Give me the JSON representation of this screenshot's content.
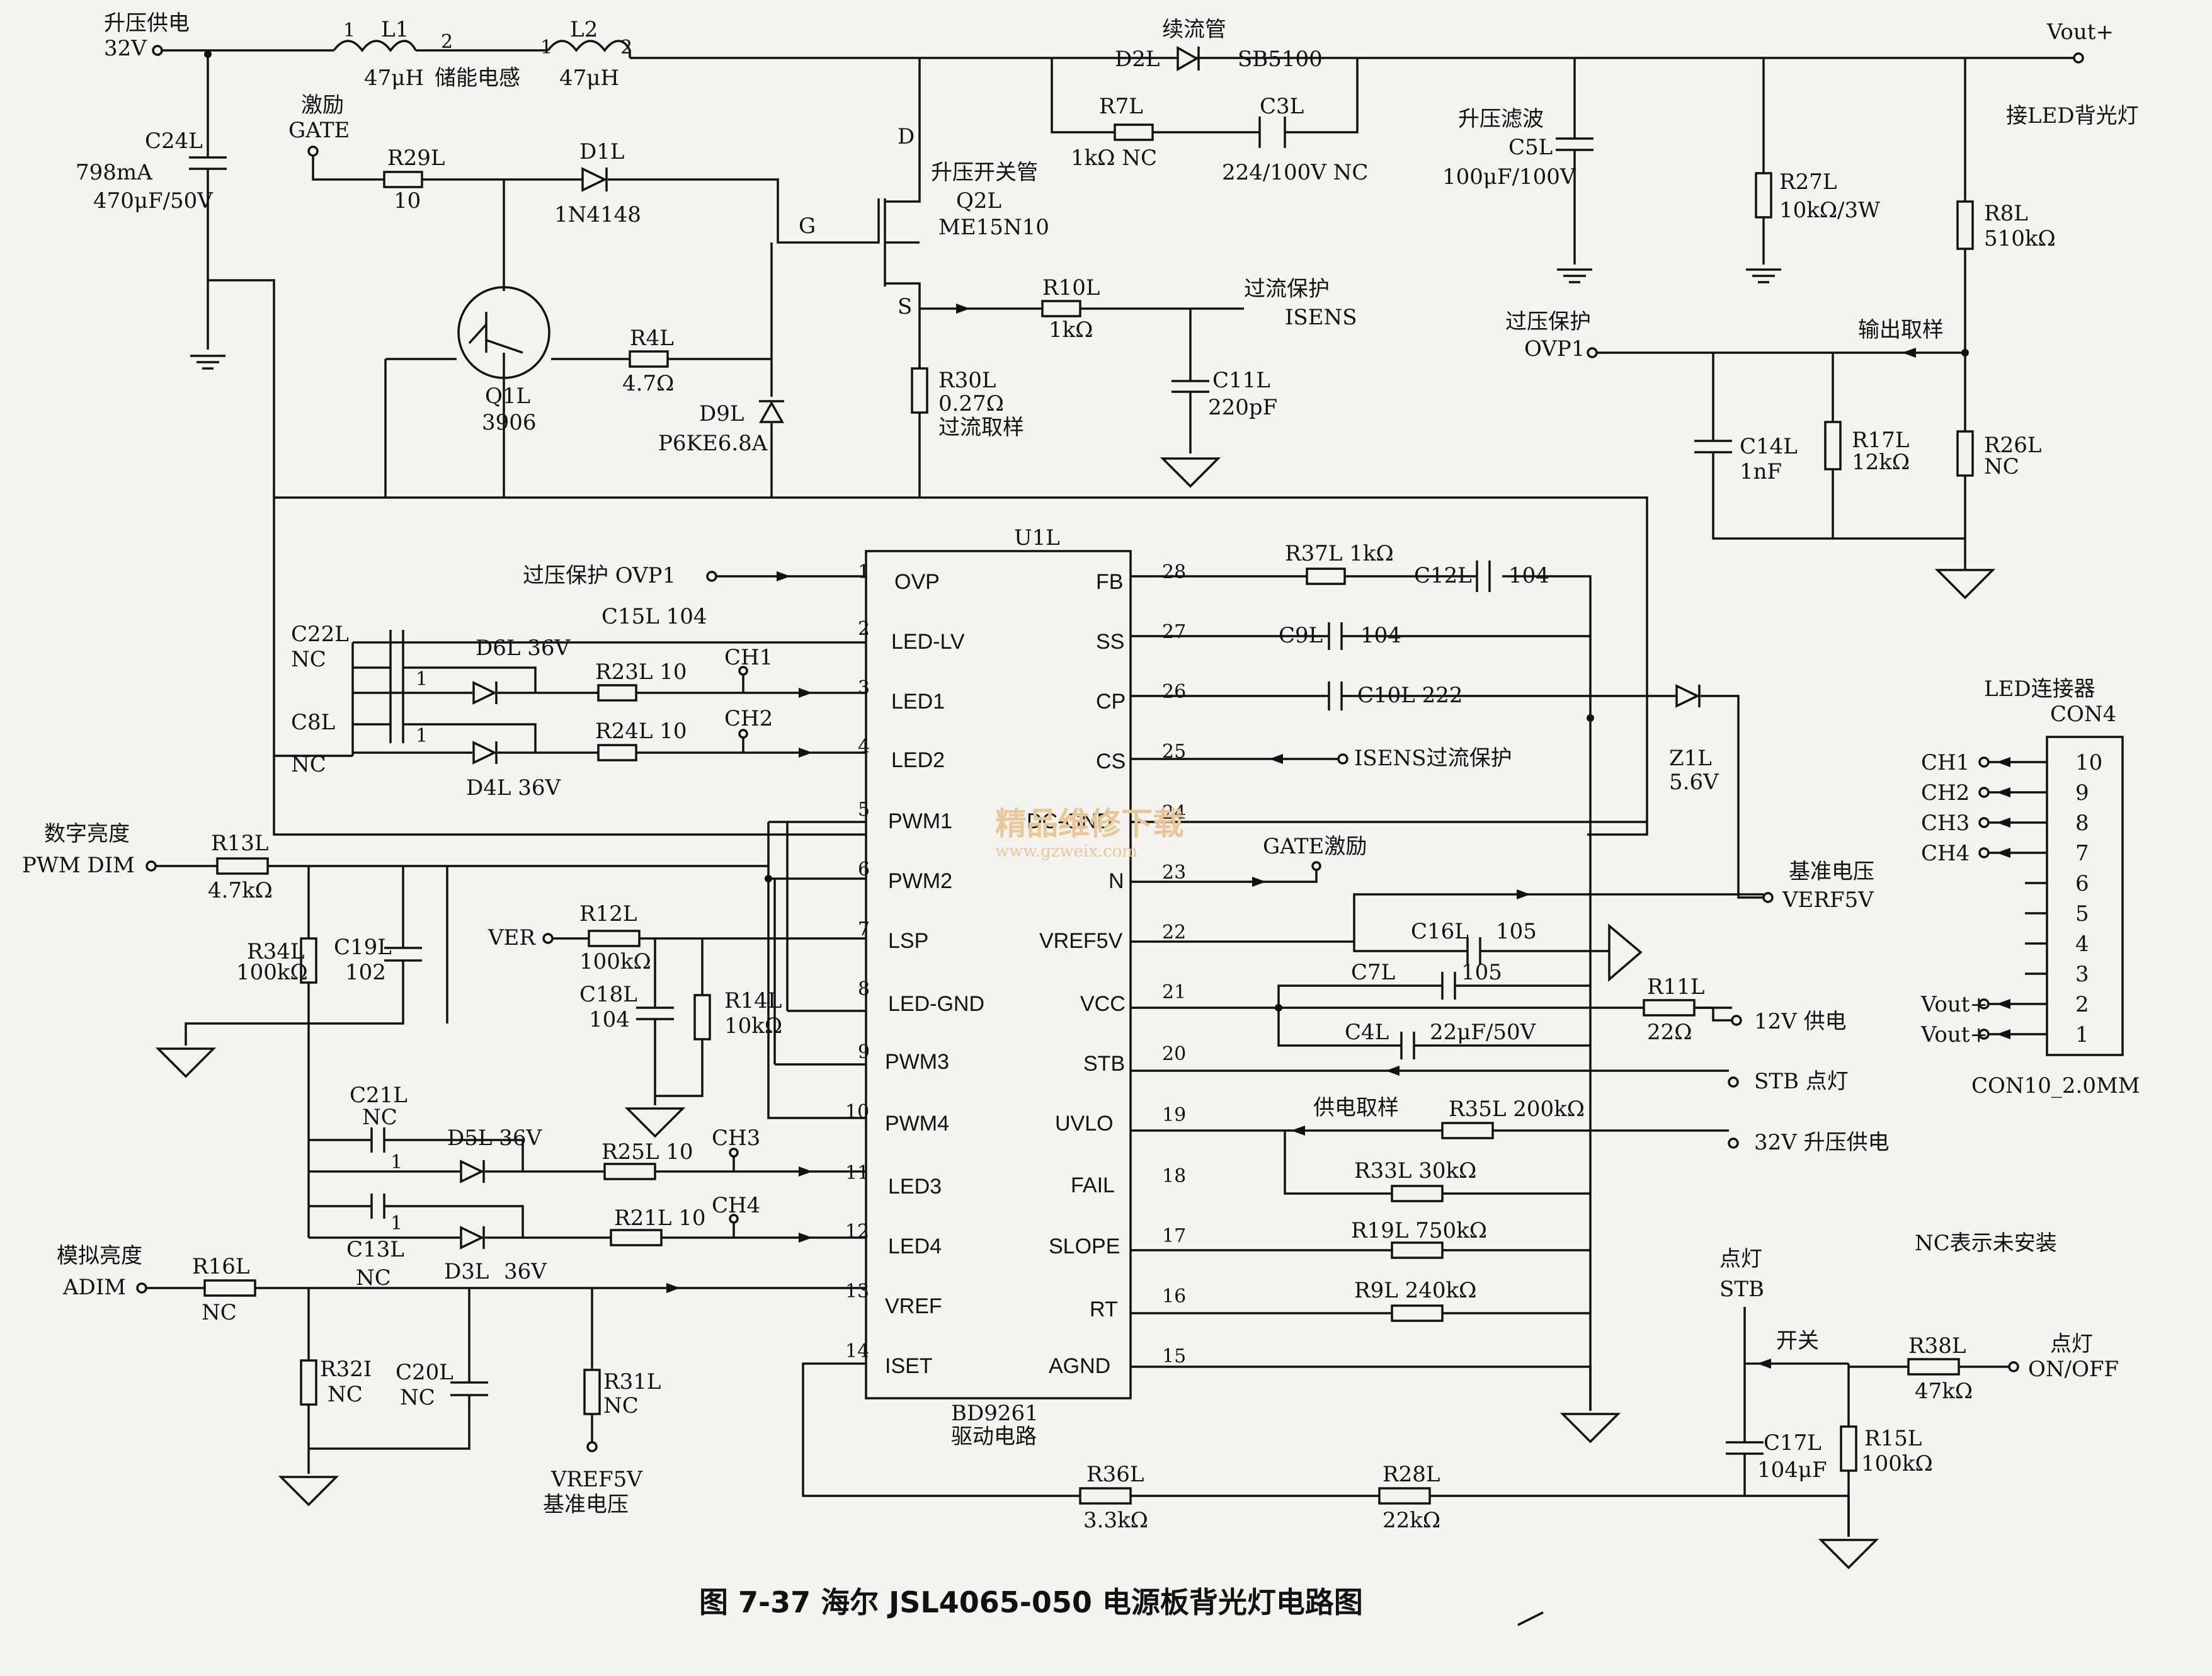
{
  "figure": {
    "caption": "图 7-37   海尔 JSL4065-050 电源板背光灯电路图",
    "watermark": "精品维修下载",
    "watermark_url": "www.gzweix.com"
  },
  "ic": {
    "ref": "U1L",
    "part": "BD9261",
    "desc": "驱动电路",
    "left_pins": [
      {
        "num": "1",
        "name": "OVP"
      },
      {
        "num": "2",
        "name": "LED-LV"
      },
      {
        "num": "3",
        "name": "LED1"
      },
      {
        "num": "4",
        "name": "LED2"
      },
      {
        "num": "5",
        "name": "PWM1"
      },
      {
        "num": "6",
        "name": "PWM2"
      },
      {
        "num": "7",
        "name": "LSP"
      },
      {
        "num": "8",
        "name": "LED-GND"
      },
      {
        "num": "9",
        "name": "PWM3"
      },
      {
        "num": "10",
        "name": "PWM4"
      },
      {
        "num": "11",
        "name": "LED3"
      },
      {
        "num": "12",
        "name": "LED4"
      },
      {
        "num": "13",
        "name": "VREF"
      },
      {
        "num": "14",
        "name": "ISET"
      }
    ],
    "right_pins": [
      {
        "num": "28",
        "name": "FB"
      },
      {
        "num": "27",
        "name": "SS"
      },
      {
        "num": "26",
        "name": "CP"
      },
      {
        "num": "25",
        "name": "CS"
      },
      {
        "num": "24",
        "name": "DC-GND"
      },
      {
        "num": "23",
        "name": "N"
      },
      {
        "num": "22",
        "name": "VREF5V"
      },
      {
        "num": "21",
        "name": "VCC"
      },
      {
        "num": "20",
        "name": "STB"
      },
      {
        "num": "19",
        "name": "UVLO"
      },
      {
        "num": "18",
        "name": "FAIL"
      },
      {
        "num": "17",
        "name": "SLOPE"
      },
      {
        "num": "16",
        "name": "RT"
      },
      {
        "num": "15",
        "name": "AGND"
      }
    ]
  },
  "power": {
    "in_label": "升压供电",
    "in_voltage": "32V",
    "l1": "L1",
    "l1_val": "47μH",
    "l1_p1": "1",
    "l1_p2": "2",
    "l2": "L2",
    "l2_val": "47μH",
    "l2_p1": "1",
    "l2_p2": "2",
    "inductor_desc": "储能电感",
    "c24": "C24L",
    "c24_cur": "798mA",
    "c24_val": "470μF/50V",
    "d2": "D2L",
    "d2_desc": "续流管",
    "d2_val": "SB5100",
    "r7": "R7L",
    "r7_val": "1kΩ NC",
    "c3": "C3L",
    "c3_val": "224/100V NC",
    "c5_desc": "升压滤波",
    "c5": "C5L",
    "c5_val": "100μF/100V",
    "r27": "R27L",
    "r27_val": "10kΩ/3W",
    "r8": "R8L",
    "r8_val": "510kΩ",
    "vout": "Vout+",
    "vout_desc": "接LED背光灯",
    "ovp_desc": "过压保护",
    "ovp": "OVP1",
    "sample": "输出取样",
    "c14": "C14L",
    "c14_val": "1nF",
    "r17": "R17L",
    "r17_val": "12kΩ",
    "r26": "R26L",
    "r26_val": "NC"
  },
  "switch": {
    "gate_desc": "激励",
    "gate": "GATE",
    "r29": "R29L",
    "r29_val": "10",
    "d1": "D1L",
    "d1_val": "1N4148",
    "q2_desc": "升压开关管",
    "q2": "Q2L",
    "q2_val": "ME15N10",
    "d_pin": "D",
    "g_pin": "G",
    "s_pin": "S",
    "q1": "Q1L",
    "q1_val": "3906",
    "r4": "R4L",
    "r4_val": "4.7Ω",
    "d9": "D9L",
    "d9_val": "P6KE6.8A",
    "r10": "R10L",
    "r10_val": "1kΩ",
    "ocp_desc": "过流保护",
    "isens": "ISENS",
    "c11": "C11L",
    "c11_val": "220pF",
    "r30": "R30L",
    "r30_val": "0.27Ω",
    "r30_desc": "过流取样"
  },
  "left": {
    "ovp_in": "过压保护  OVP1",
    "c15": "C15L 104",
    "c22": "C22L",
    "c22_val": "NC",
    "c8": "C8L",
    "c8_val": "NC",
    "d6": "D6L  36V",
    "d4": "D4L  36V",
    "r23": "R23L  10",
    "r24": "R24L  10",
    "ch1": "CH1",
    "ch2": "CH2",
    "one": "1",
    "pwm_desc": "数字亮度",
    "pwm": "PWM DIM",
    "r13": "R13L",
    "r13_val": "4.7kΩ",
    "r34": "R34L",
    "r34_val": "100kΩ",
    "c19": "C19L",
    "c19_val": "102",
    "ver": "VER",
    "r12": "R12L",
    "r12_val": "100kΩ",
    "c18": "C18L",
    "c18_val": "104",
    "r14": "R14L",
    "r14_val": "10kΩ",
    "c21": "C21L",
    "c21_val": "NC",
    "d5": "D5L  36V",
    "r25": "R25L  10",
    "ch3": "CH3",
    "r21": "R21L  10",
    "ch4": "CH4",
    "c13": "C13L",
    "c13_val": "NC",
    "d3": "D3L",
    "d3_val": "36V",
    "adim_desc": "模拟亮度",
    "adim": "ADIM",
    "r16": "R16L",
    "r16_val": "NC",
    "r32": "R32I",
    "r32_val": "NC",
    "c20": "C20L",
    "c20_val": "NC",
    "r31": "R31L",
    "r31_val": "NC",
    "vref5v": "VREF5V",
    "vref5v_desc": "基准电压",
    "r36": "R36L",
    "r36_val": "3.3kΩ",
    "r28": "R28L",
    "r28_val": "22kΩ"
  },
  "right": {
    "r37": "R37L  1kΩ",
    "c12": "C12L",
    "c12_val": "104",
    "c9": "C9L",
    "c9_val": "104",
    "c10": "C10L  222",
    "z1": "Z1L",
    "z1_val": "5.6V",
    "isens_in": "ISENS过流保护",
    "gate_out": "GATE激励",
    "verf_desc": "基准电压",
    "verf": "VERF5V",
    "c16": "C16L",
    "c16_val": "105",
    "c7": "C7L",
    "c7_val": "105",
    "c4": "C4L",
    "c4_val": "22μF/50V",
    "r11": "R11L",
    "r11_val": "22Ω",
    "v12": "12V  供电",
    "stb": "STB  点灯",
    "uvlo_desc": "供电取样",
    "r35": "R35L  200kΩ",
    "v32": "32V  升压供电",
    "r33": "R33L   30kΩ",
    "r19": "R19L   750kΩ",
    "r9": "R9L   240kΩ"
  },
  "connector": {
    "title": "LED连接器",
    "ref": "CON4",
    "part": "CON10_2.0MM",
    "pins": [
      "10",
      "9",
      "8",
      "7",
      "6",
      "5",
      "4",
      "3",
      "2",
      "1"
    ],
    "labels": [
      "CH1",
      "CH2",
      "CH3",
      "CH4",
      "",
      "",
      "",
      "",
      "Vout+",
      "Vout+"
    ]
  },
  "onoff": {
    "stb_desc": "点灯",
    "stb": "STB",
    "switch": "开关",
    "r38": "R38L",
    "r38_val": "47kΩ",
    "in_desc": "点灯",
    "in": "ON/OFF",
    "c17": "C17L",
    "c17_val": "104μF",
    "r15": "R15L",
    "r15_val": "100kΩ",
    "note": "NC表示未安装"
  }
}
